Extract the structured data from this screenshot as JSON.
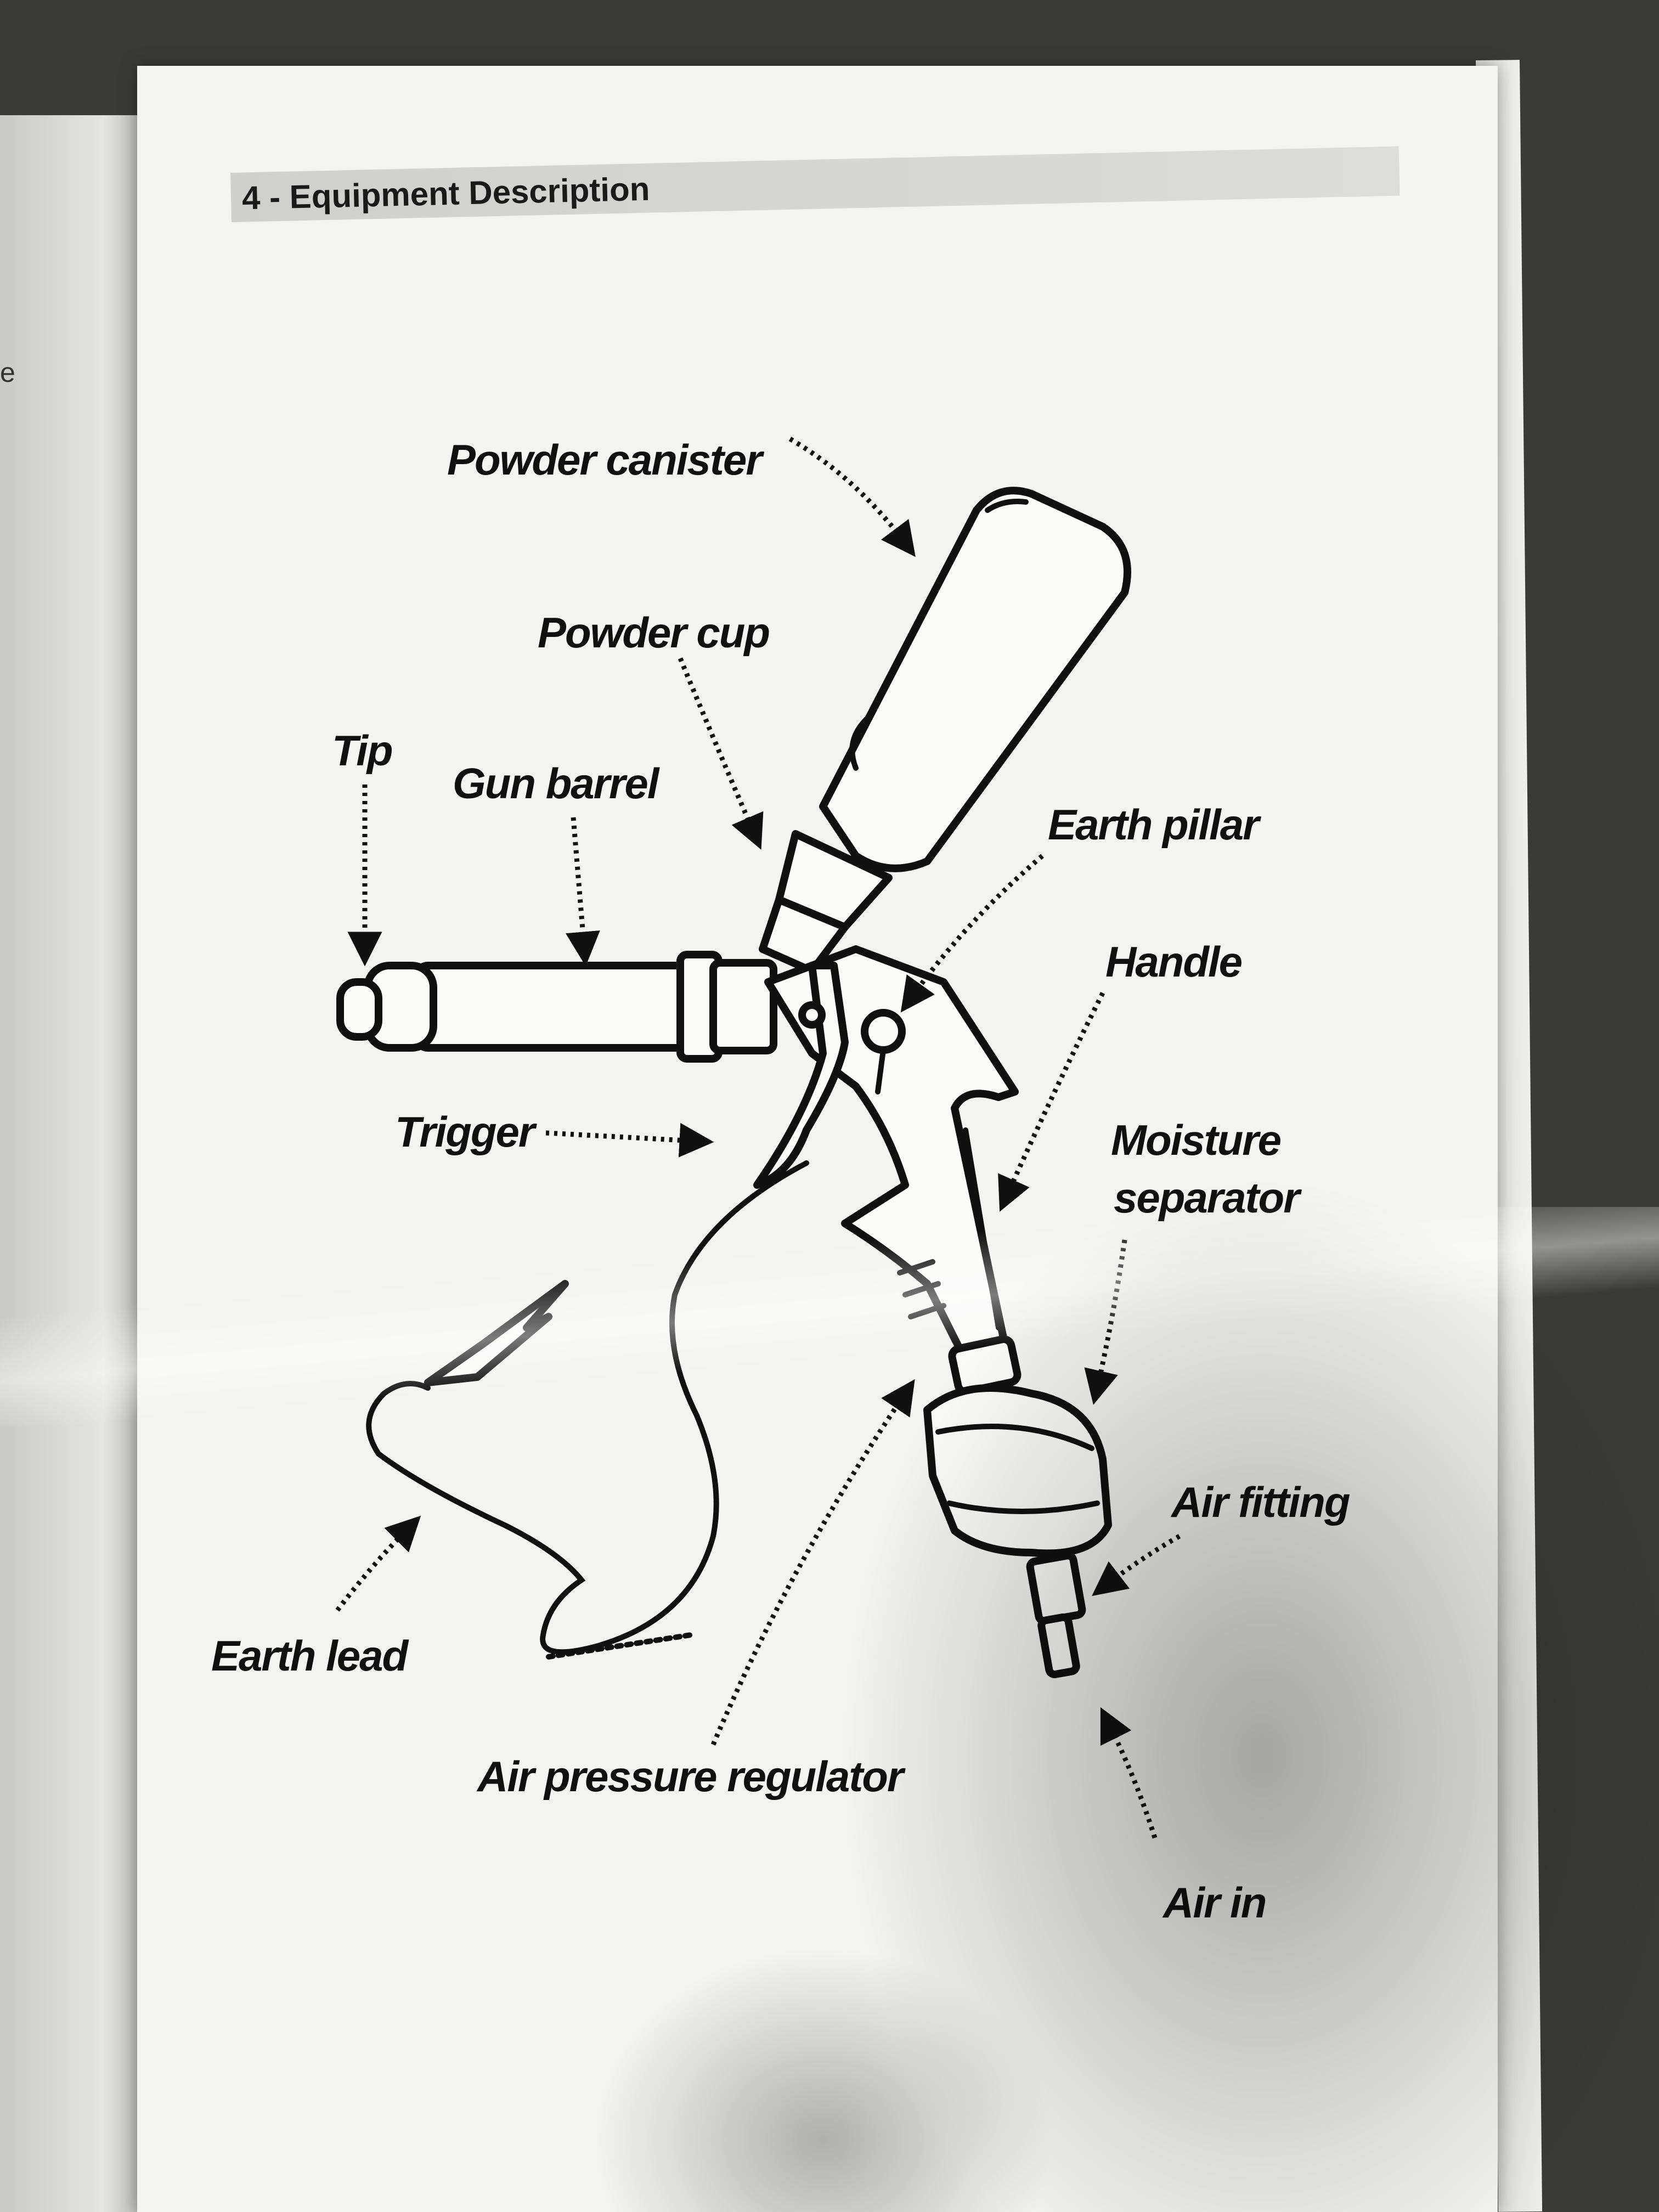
{
  "left_page": {
    "text": "e"
  },
  "header": {
    "title": "4 - Equipment Description"
  },
  "diagram": {
    "labels": {
      "powder_canister": "Powder canister",
      "powder_cup": "Powder cup",
      "tip": "Tip",
      "gun_barrel": "Gun barrel",
      "earth_pillar": "Earth pillar",
      "handle": "Handle",
      "trigger": "Trigger",
      "moisture_separator_line1": "Moisture",
      "moisture_separator_line2": "separator",
      "air_fitting": "Air fitting",
      "earth_lead": "Earth lead",
      "air_pressure_regulator": "Air pressure regulator",
      "air_in": "Air in"
    }
  },
  "colors": {
    "paper": "#f3f3f1",
    "ink": "#111111",
    "header_bar": "#cfcfcd"
  }
}
